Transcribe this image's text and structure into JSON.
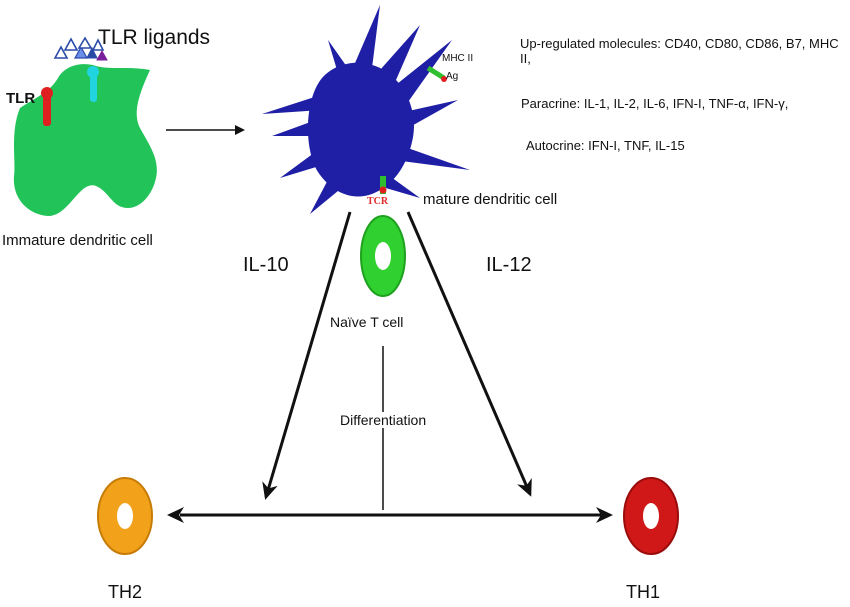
{
  "labels": {
    "tlr_ligands": "TLR ligands",
    "tlr": "TLR",
    "immature_cell": "Immature dendritic cell",
    "mature_cell": "mature dendritic cell",
    "upregulated": "Up-regulated molecules: CD40, CD80, CD86, B7, MHC II,",
    "paracrine": "Paracrine: IL-1, IL-2, IL-6, IFN-I, TNF-α, IFN-γ,",
    "autocrine": "Autocrine: IFN-I, TNF, IL-15",
    "il10": "IL-10",
    "il12": "IL-12",
    "naive_t_cell": "Naïve T cell",
    "differentiation": "Differentiation",
    "th2": "TH2",
    "th1": "TH1",
    "mhc_ii": "MHC II",
    "ag": "Ag",
    "tcr": "TCR"
  },
  "colors": {
    "immature_cell": "#22c45a",
    "mature_cell": "#1f1fa6",
    "naive_t_cell": "#2fd02f",
    "th2": "#f2a11a",
    "th1": "#d01818",
    "tlr_receptor": "#e02020",
    "ligand_receptor": "#22d3e0",
    "arrow": "#111111"
  },
  "icons": {
    "ligands": "triangle-cluster-icon",
    "receptor": "receptor-icon"
  }
}
